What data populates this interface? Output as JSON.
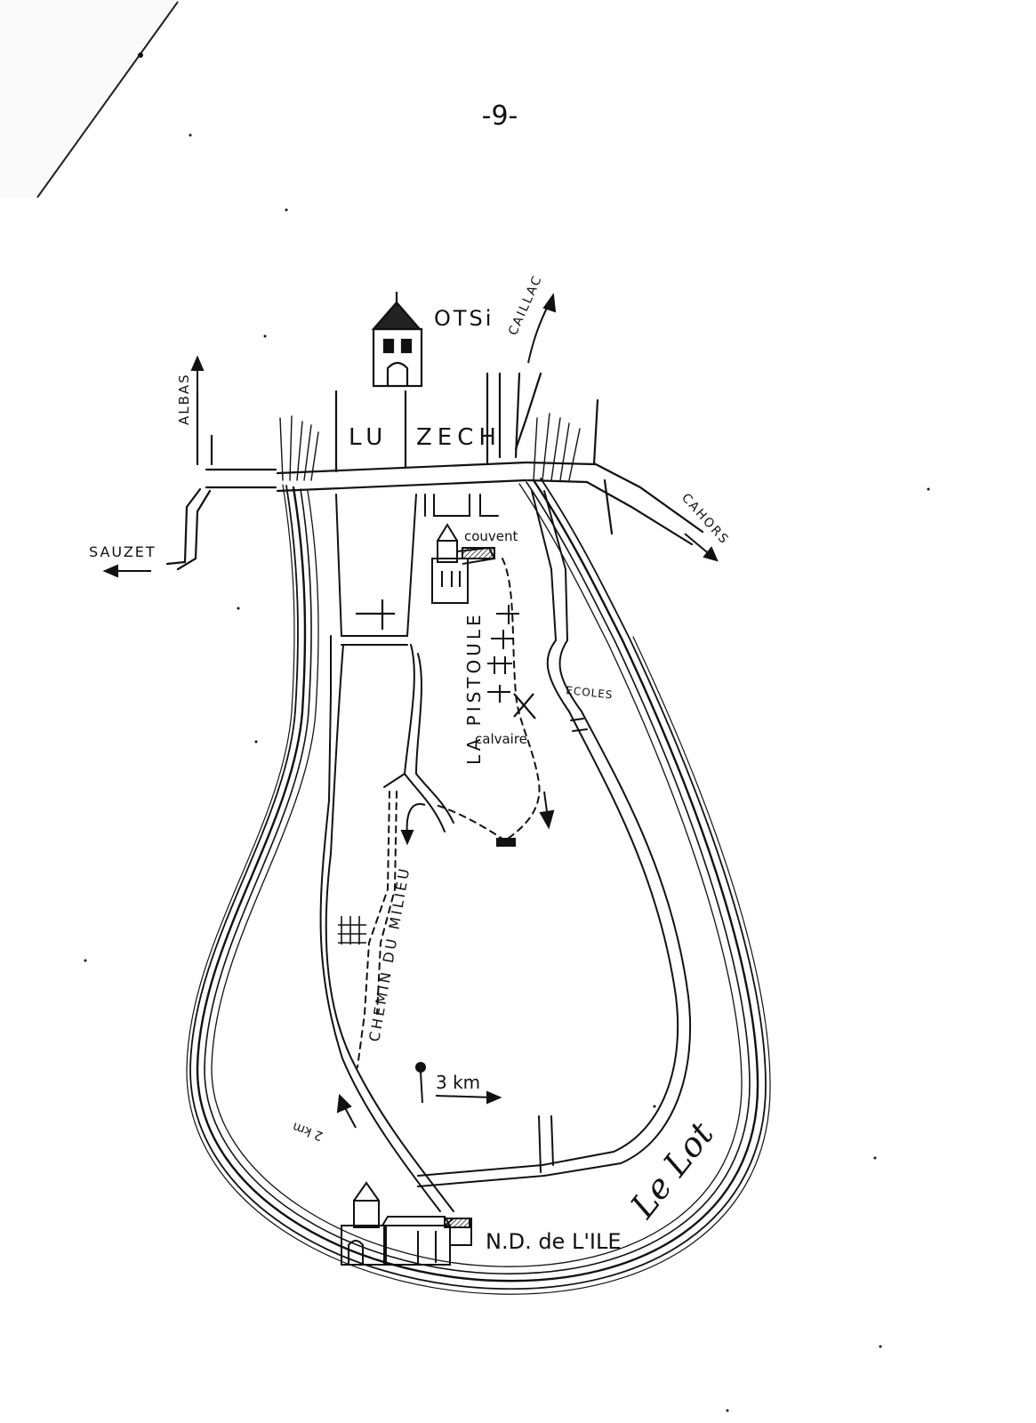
{
  "page_number": "-9-",
  "map": {
    "labels": {
      "town": "LUZECH",
      "town_part1": "LU",
      "town_part2": "ZECH",
      "tourist_office": "OTSi",
      "road_albas": "ALBAS",
      "road_caillac": "CAILLAC",
      "road_cahors": "CAHORS",
      "road_sauzet": "SAUZET",
      "convent": "couvent",
      "street_pistoule": "LA PISTOULE",
      "schools": "ECOLES",
      "calvary": "calvaire",
      "path_milieu": "CHEMIN DU MILIEU",
      "distance_3km": "3 km",
      "distance_2km": "2 km",
      "chapel": "N.D. de L'ILE",
      "river": "Le Lot"
    },
    "icons": [
      "church-tower-icon",
      "chapel-icon",
      "convent-church-icon",
      "cross-icon",
      "cemetery-crosses-icon",
      "calvary-cross-icon",
      "direction-arrow-icon"
    ],
    "colors": {
      "ink": "#111111",
      "paper": "#ffffff"
    }
  }
}
